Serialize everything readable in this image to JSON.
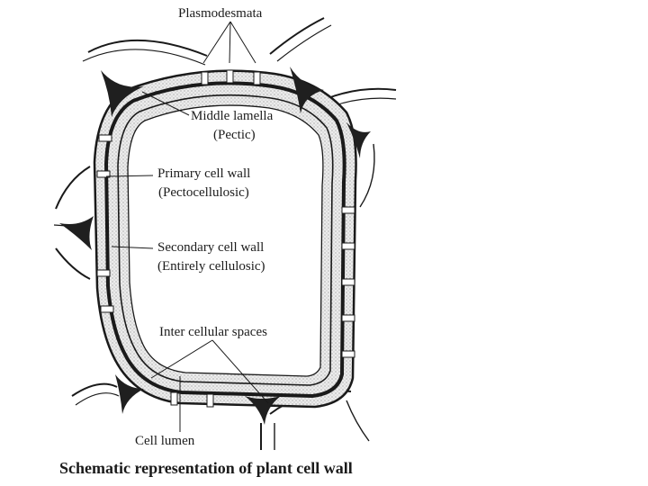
{
  "labels": {
    "plasmodesmata": "Plasmodesmata",
    "middle_lamella": "Middle lamella",
    "middle_lamella_note": "(Pectic)",
    "primary_wall": "Primary cell wall",
    "primary_wall_note": "(Pectocellulosic)",
    "secondary_wall": "Secondary cell wall",
    "secondary_wall_note": "(Entirely cellulosic)",
    "intercellular_spaces": "Inter cellular spaces",
    "cell_lumen": "Cell lumen"
  },
  "caption": "Schematic representation of plant cell wall",
  "colors": {
    "ink": "#1a1a1a",
    "wall_fill": "#d9d9d9",
    "background": "#ffffff"
  }
}
